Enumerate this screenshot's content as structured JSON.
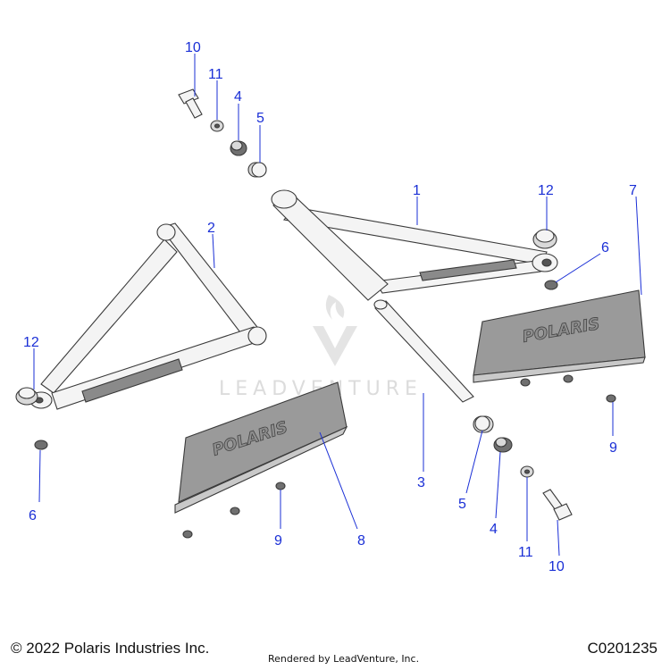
{
  "callouts": {
    "c10a": "10",
    "c11a": "11",
    "c4a": "4",
    "c5a": "5",
    "c1": "1",
    "c12a": "12",
    "c7": "7",
    "c2": "2",
    "c6a": "6",
    "c12b": "12",
    "c6b": "6",
    "c9a": "9",
    "c3": "3",
    "c5b": "5",
    "c4b": "4",
    "c11b": "11",
    "c10b": "10",
    "c8": "8",
    "c9b": "9"
  },
  "guard_logo": "POLARIS",
  "watermark": "LEADVENTURE",
  "footer": {
    "copyright": "© 2022 Polaris Industries Inc.",
    "rendered_by": "Rendered by LeadVenture, Inc.",
    "diagram_code": "C0201235"
  },
  "colors": {
    "callout": "#1a2fd6",
    "line": "#3a3a3a",
    "guard": "#9a9a9a"
  }
}
